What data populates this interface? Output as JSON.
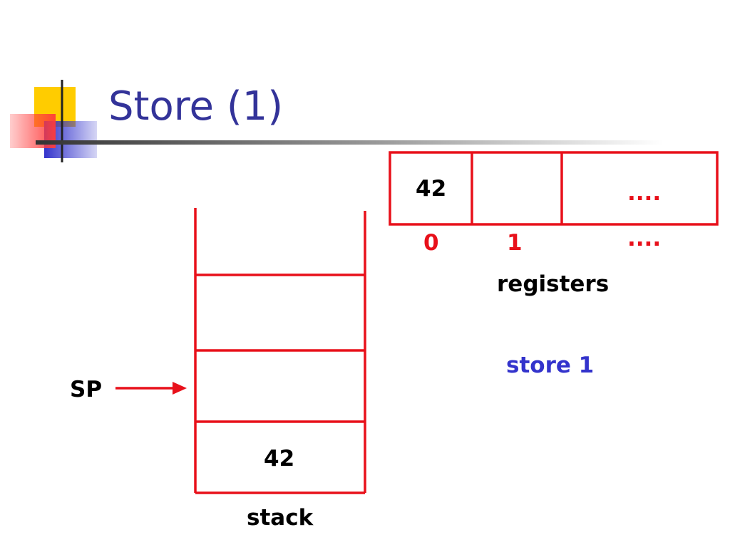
{
  "slide": {
    "title": "Store (1)"
  },
  "registers": {
    "cells": [
      "42",
      "",
      "...."
    ],
    "indices": [
      "0",
      "1",
      "...."
    ],
    "label": "registers"
  },
  "instruction": "store 1",
  "stack": {
    "cells": [
      "",
      "",
      "42"
    ],
    "label": "stack",
    "pointer_label": "SP"
  },
  "colors": {
    "title": "#333399",
    "diagram_lines": "#e8101a",
    "index_text": "#e8101a",
    "instruction_text": "#3333cc",
    "accent_yellow": "#ffcc00",
    "accent_blue": "#3333cc",
    "accent_red": "#ff5555"
  }
}
